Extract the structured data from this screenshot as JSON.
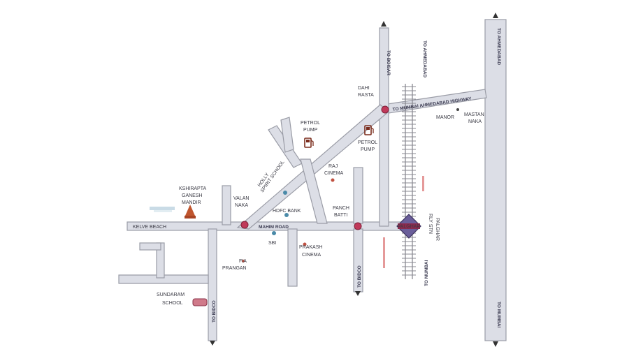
{
  "map": {
    "roads": {
      "mahim": "MAHIM ROAD",
      "highway": "TO MUMBAI AHMEDABAD HIGHWAY",
      "to_boisar": "TO BOISAR",
      "to_ahmedabad_rail": "TO AHMEDABAD",
      "to_ahmedabad_hwy": "TO AHMEDABAD",
      "to_mumbai_hwy": "TO MUMBAI",
      "to_mumbai_rail": "TO MUMBAI",
      "to_bidco_1": "TO BIDCO",
      "to_bidco_2": "TO BIDCO"
    },
    "places": {
      "dahi_rasta_1": "DAHI",
      "dahi_rasta_2": "RASTA",
      "manor": "MANOR",
      "mastan_1": "MASTAN",
      "mastan_2": "NAKA",
      "petrol_pump_1a": "PETROL",
      "petrol_pump_1b": "PUMP",
      "petrol_pump_2a": "PETROL",
      "petrol_pump_2b": "PUMP",
      "raj_cinema_1": "RAJ",
      "raj_cinema_2": "CINEMA",
      "holly_1": "HOLLY",
      "holly_2": "SPIRIT SCHOOL",
      "ganesh_1": "KSHIRAPTA",
      "ganesh_2": "GANESH",
      "ganesh_3": "MANDIR",
      "valan_1": "VALAN",
      "valan_2": "NAKA",
      "hdfc": "HDFC BANK",
      "panch_1": "PANCH",
      "panch_2": "BATTI",
      "kelve": "KELVE BEACH",
      "sbi": "SBI",
      "prakash_1": "PRAKASH",
      "prakash_2": "CINEMA",
      "fia_1": "FIA",
      "fia_2": "PRANGAN",
      "sundaram_1": "SUNDARAM",
      "sundaram_2": "SCHOOL",
      "palghar_stn_1": "PALGHAR",
      "palghar_stn_2": "RLY STN",
      "palghar_badge": "PALGHAR"
    }
  }
}
